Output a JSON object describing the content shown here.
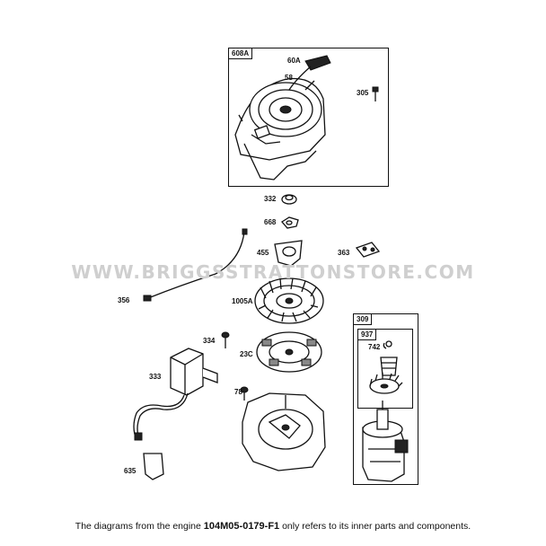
{
  "watermark": "WWW.BRIGGSSTRATTONSTORE.COM",
  "caption": {
    "prefix": "The diagrams from the engine ",
    "engine_model": "104M05-0179-F1",
    "suffix": " only refers to its inner parts and components."
  },
  "boxes": {
    "box_608a": "608A",
    "box_309": "309",
    "box_937": "937"
  },
  "parts": {
    "p60a": "60A",
    "p58": "58",
    "p305": "305",
    "p332": "332",
    "p668": "668",
    "p455": "455",
    "p363": "363",
    "p356": "356",
    "p1005a": "1005A",
    "p334": "334",
    "p23c": "23C",
    "p333": "333",
    "p78": "78",
    "p635": "635",
    "p742": "742"
  }
}
